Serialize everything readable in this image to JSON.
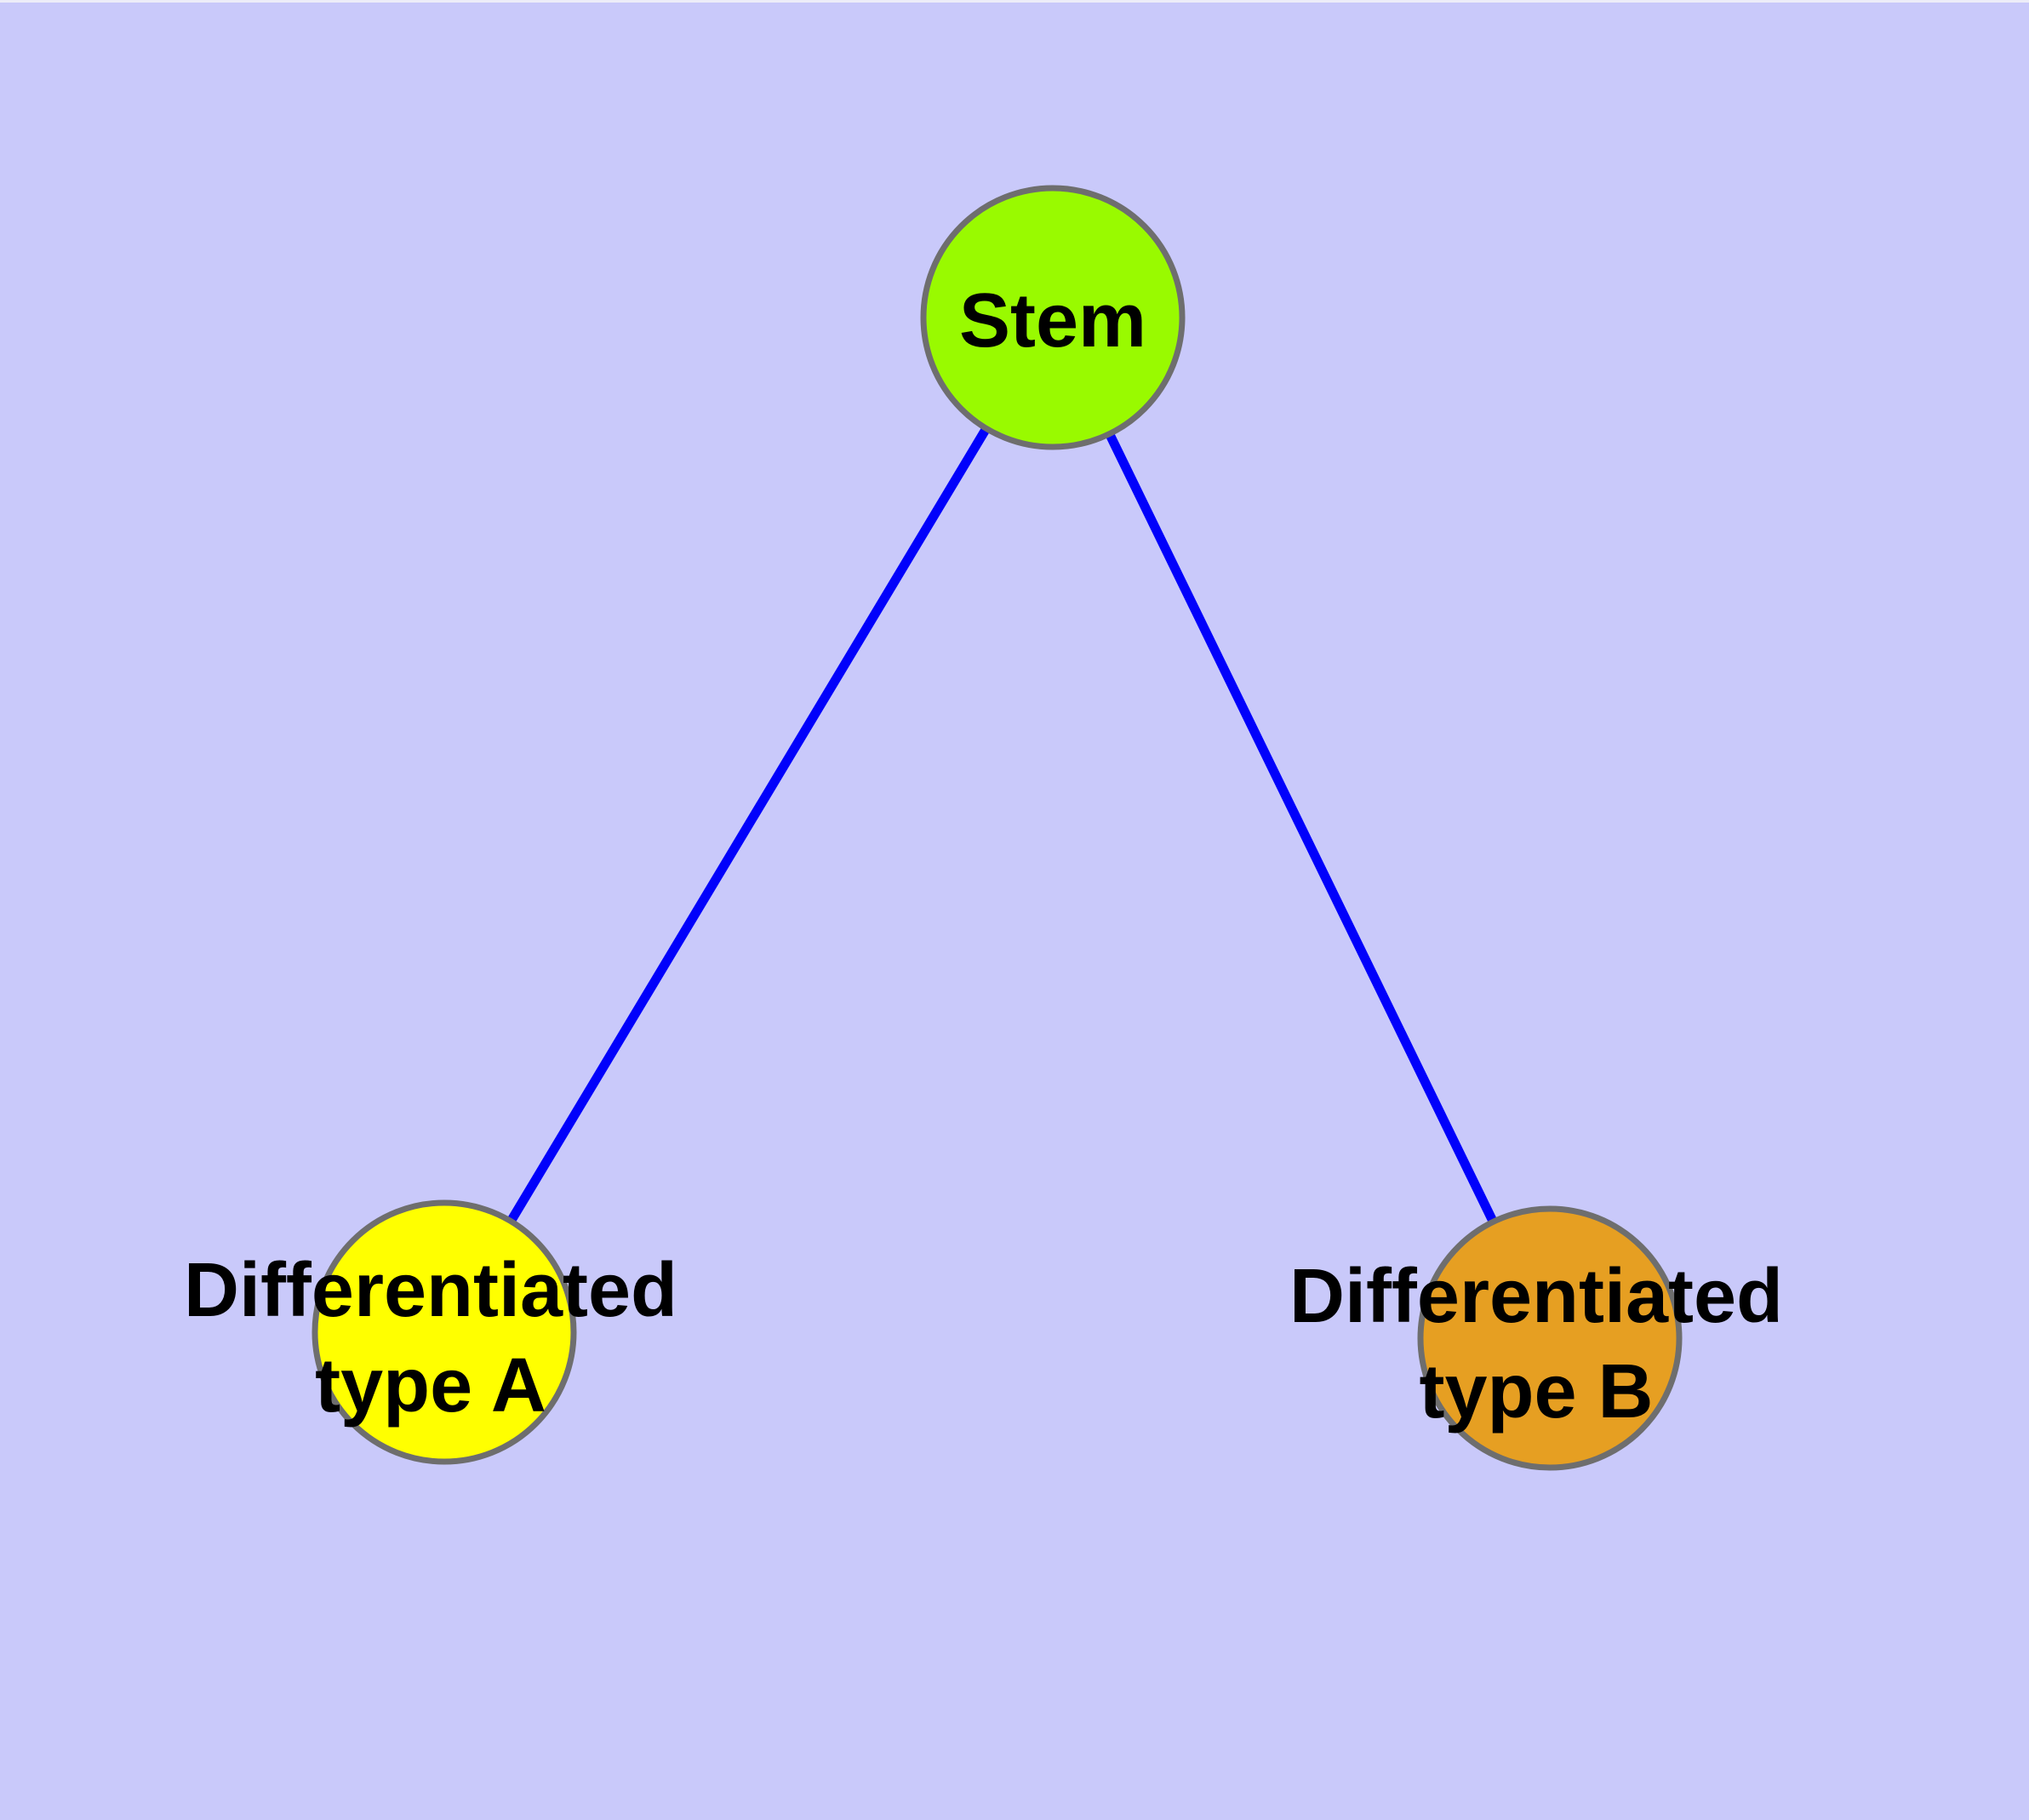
{
  "diagram": {
    "type": "graph",
    "description": "Cell differentiation hierarchy graph with a stem node connected to two differentiated cell type nodes",
    "background_color": "#C9C9FA",
    "edge_color": "#0101FB",
    "node_border_color": "#6E6E6E",
    "label_color": "#000000",
    "nodes": [
      {
        "id": "stem",
        "label": "Stem",
        "color": "#99FA00"
      },
      {
        "id": "differentiated-type-a",
        "label": "Differentiated type A",
        "label_line1": "Differentiated",
        "label_line2": "type A",
        "color": "#FFFF00"
      },
      {
        "id": "differentiated-type-b",
        "label": "Differentiated type B",
        "label_line1": "Differentiated",
        "label_line2": "type B",
        "color": "#E69F22"
      }
    ],
    "edges": [
      {
        "from": "Stem",
        "to": "Differentiated type A"
      },
      {
        "from": "Stem",
        "to": "Differentiated type B"
      }
    ]
  }
}
